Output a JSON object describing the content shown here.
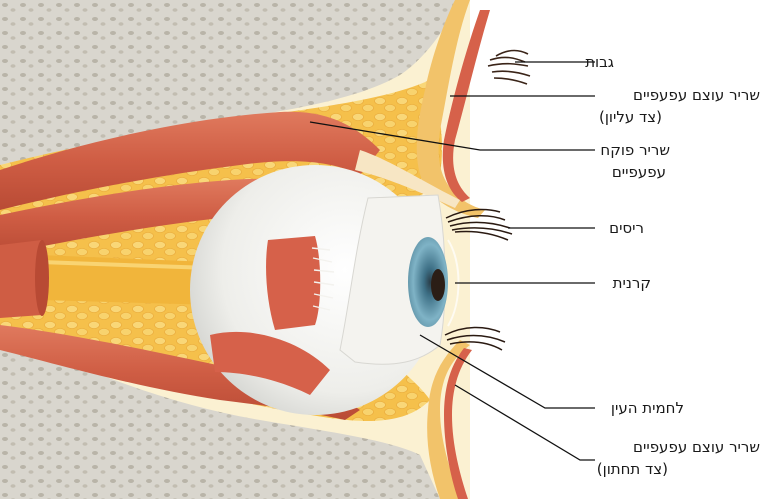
{
  "labels": {
    "eyebrow": "גבות",
    "levator_upper_1": "שריר עוצם עפעפיים",
    "levator_upper_2": "(צד עליון)",
    "lid_opener_1": "שריר פוקח",
    "lid_opener_2": "עפעפיים",
    "eyelashes": "ריסים",
    "cornea": "קרנית",
    "conjunctiva": "לחמית העין",
    "levator_lower_1": "שריר עוצם עפעפיים",
    "levator_lower_2": "(צד תחתון)"
  },
  "colors": {
    "background_cream": "#fbf1d2",
    "bone": "#d6d3cb",
    "fat_yellow": "#f6c24a",
    "muscle_red": "#d6614a",
    "eyeball_white": "#f3f2ee",
    "iris_blue": "#6a9fb4"
  }
}
